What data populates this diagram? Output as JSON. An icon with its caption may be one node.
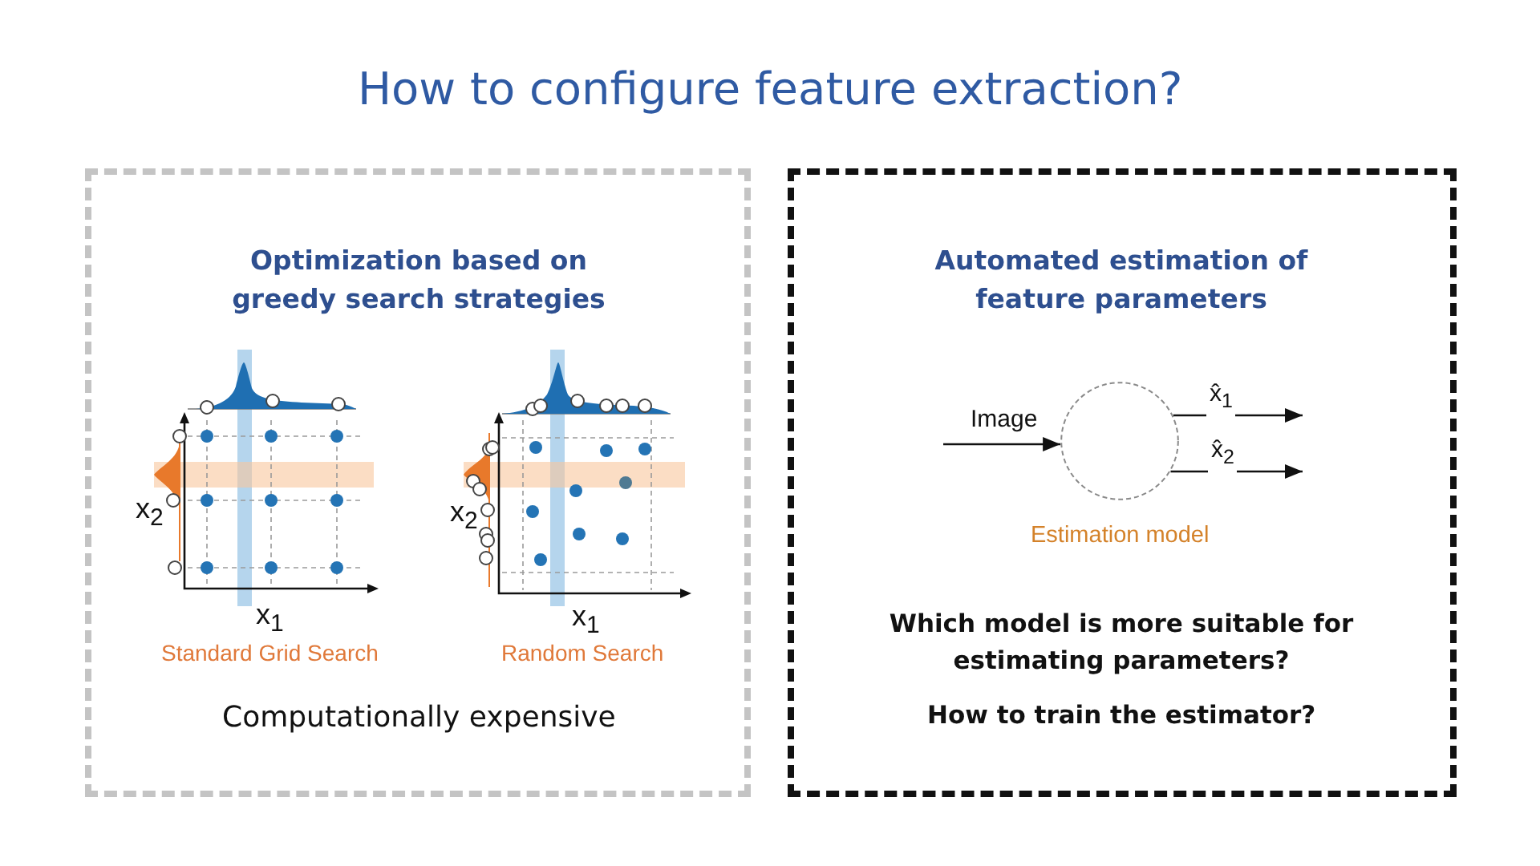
{
  "diagram": {
    "title": "How to configure feature extraction?",
    "nodes": [
      {
        "text": [
          "Optimization based on greedy search strategies",
          "Computationally expensive"
        ]
      },
      {
        "text": [
          "x$_{2}$",
          "x$_{1}$"
        ],
        "beside": [
          "Standard Grid Search"
        ],
        "in": 0
      },
      {
        "text": [
          "x$_{2}$",
          "x$_{1}$"
        ],
        "beside": [
          "Random Search"
        ],
        "in": 0
      },
      {
        "text": [
          "Automated estimation of feature parameters",
          "Which model is more suitable for estimating parameters?",
          "How to train the estimator?"
        ]
      },
      {
        "text": [],
        "shape": "circle",
        "beside": [
          "Estimation model"
        ],
        "in": 3
      }
    ],
    "edges": [
      {
        "from": null,
        "to": 4,
        "arrow": "to",
        "label": "Image"
      },
      {
        "from": 4,
        "to": null,
        "arrow": "to",
        "label": "x̂$_{1}$"
      },
      {
        "from": 4,
        "to": null,
        "arrow": "to",
        "label": "x̂$_{2}$"
      }
    ]
  }
}
